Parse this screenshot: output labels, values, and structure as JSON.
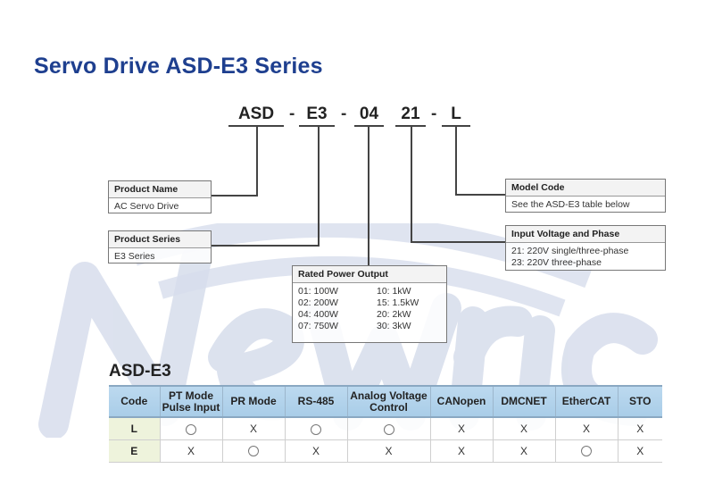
{
  "title": "Servo Drive ASD-E3 Series",
  "model_code": {
    "parts": [
      "ASD",
      "E3",
      "04",
      "21",
      "L"
    ],
    "separators": [
      "-",
      "-",
      "-"
    ]
  },
  "boxes": {
    "product_name": {
      "title": "Product Name",
      "body": "AC Servo Drive"
    },
    "product_series": {
      "title": "Product Series",
      "body": "E3 Series"
    },
    "model_code": {
      "title": "Model Code",
      "body": "See the ASD-E3 table below"
    },
    "input_voltage": {
      "title": "Input Voltage and Phase",
      "lines": [
        "21: 220V single/three-phase",
        "23: 220V three-phase"
      ]
    },
    "rated_power": {
      "title": "Rated Power Output",
      "left": [
        "01: 100W",
        "02: 200W",
        "04: 400W",
        "07: 750W"
      ],
      "right": [
        "10: 1kW",
        "15: 1.5kW",
        "20: 2kW",
        "30: 3kW"
      ]
    }
  },
  "table": {
    "heading": "ASD-E3",
    "headers": [
      "Code",
      "PT Mode\nPulse Input",
      "PR Mode",
      "RS-485",
      "Analog Voltage\nControl",
      "CANopen",
      "DMCNET",
      "EtherCAT",
      "STO"
    ],
    "header_lines": [
      [
        "Code"
      ],
      [
        "PT Mode",
        "Pulse Input"
      ],
      [
        "PR Mode"
      ],
      [
        "RS-485"
      ],
      [
        "Analog Voltage",
        "Control"
      ],
      [
        "CANopen"
      ],
      [
        "DMCNET"
      ],
      [
        "EtherCAT"
      ],
      [
        "STO"
      ]
    ],
    "rows": [
      {
        "code": "L",
        "cells": [
          "O",
          "X",
          "O",
          "O",
          "X",
          "X",
          "X",
          "X"
        ]
      },
      {
        "code": "E",
        "cells": [
          "X",
          "O",
          "X",
          "X",
          "X",
          "X",
          "O",
          "X"
        ]
      }
    ]
  },
  "watermark": "Newtric",
  "colors": {
    "title": "#1e3f8f",
    "table_header": "#b3d3ec",
    "code_cell": "#eef3dc",
    "watermark": "#d5dcec"
  }
}
